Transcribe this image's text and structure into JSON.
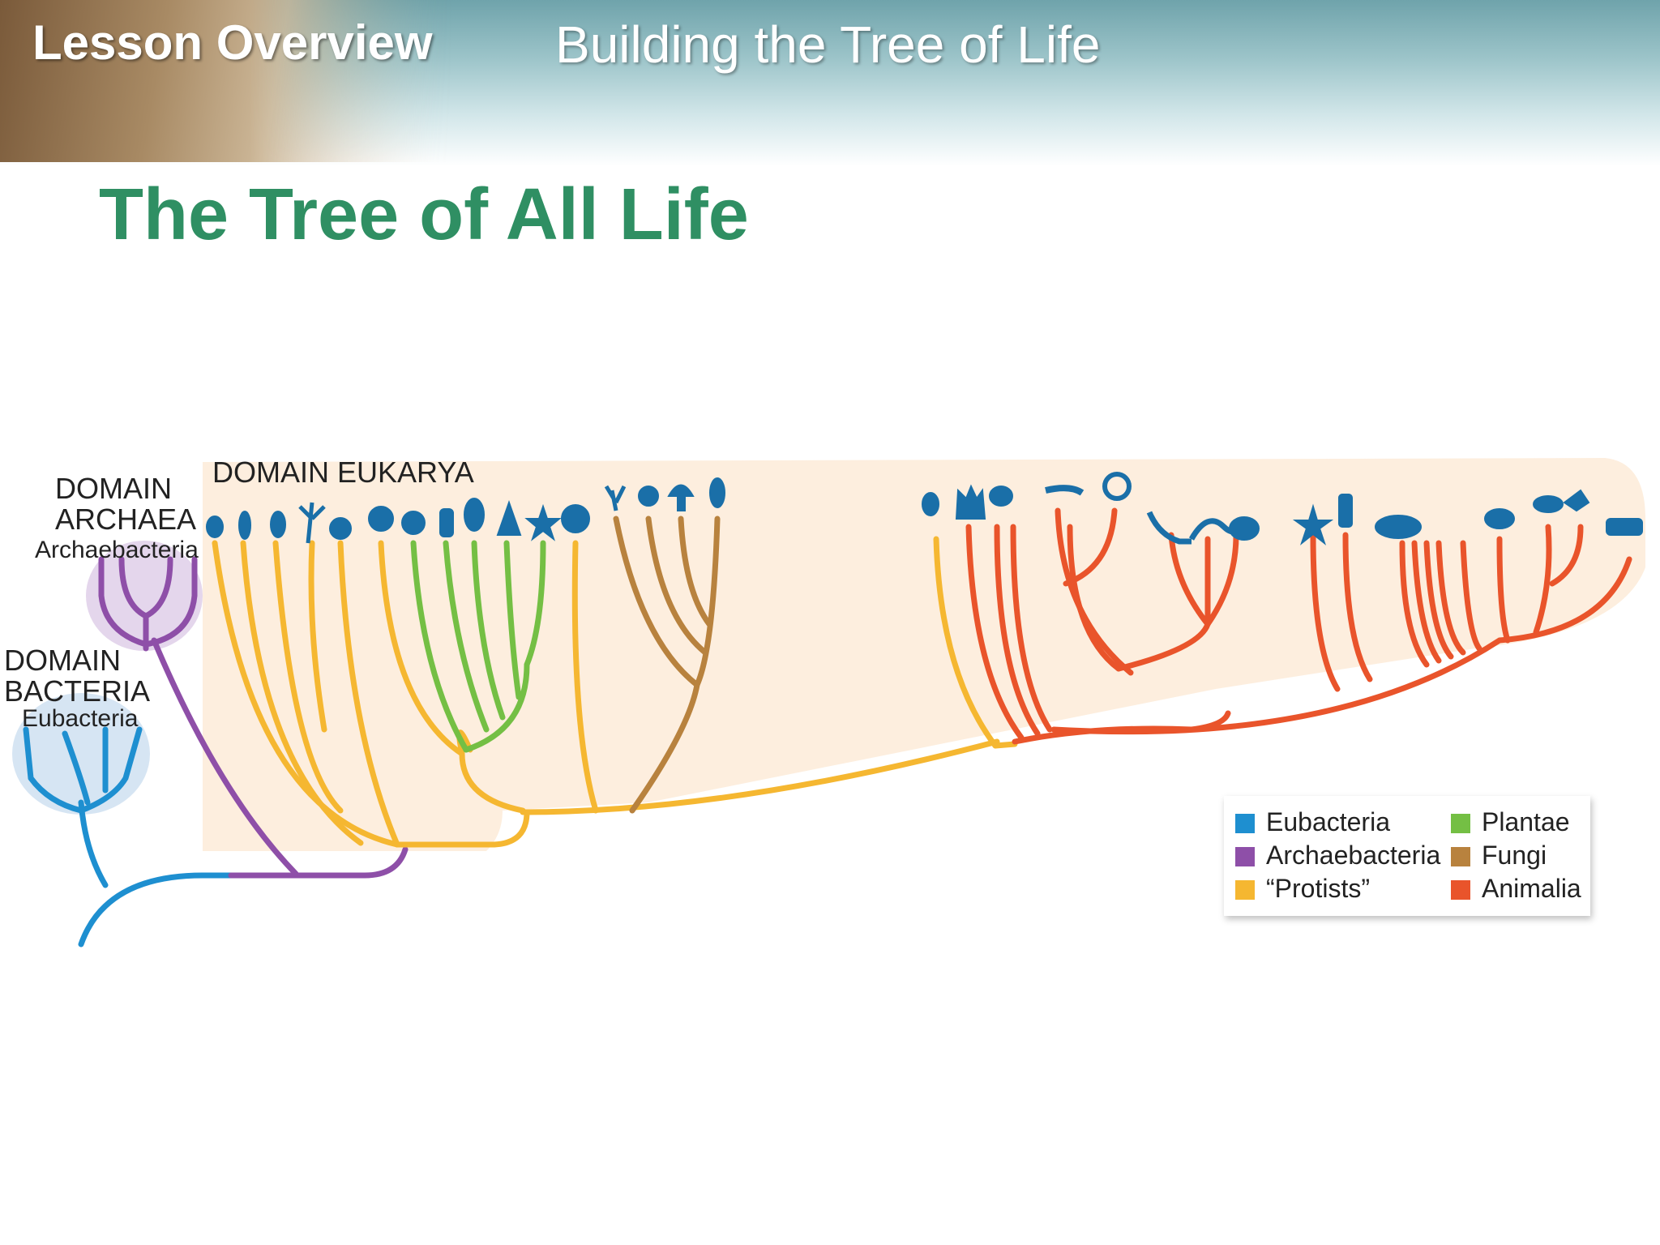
{
  "header": {
    "lesson_label": "Lesson Overview",
    "lesson_title": "Building the Tree of Life"
  },
  "slide": {
    "title": "The Tree of All Life"
  },
  "domains": {
    "archaea": {
      "title_line1": "DOMAIN",
      "title_line2": "ARCHAEA",
      "subtitle": "Archaebacteria"
    },
    "bacteria": {
      "title_line1": "DOMAIN",
      "title_line2": "BACTERIA",
      "subtitle": "Eubacteria"
    },
    "eukarya": {
      "title": "DOMAIN EUKARYA"
    }
  },
  "legend": {
    "items": [
      {
        "label": "Eubacteria",
        "color": "#1e8fd0"
      },
      {
        "label": "Archaebacteria",
        "color": "#8e4fa8"
      },
      {
        "label": "“Protists”",
        "color": "#f5b731"
      },
      {
        "label": "Plantae",
        "color": "#74bf44"
      },
      {
        "label": "Fungi",
        "color": "#b8823e"
      },
      {
        "label": "Animalia",
        "color": "#e9542b"
      }
    ]
  },
  "colors": {
    "title_green": "#2f8f63",
    "organism_icons": "#1a6fa8",
    "eukarya_background": "#fdebd8"
  }
}
